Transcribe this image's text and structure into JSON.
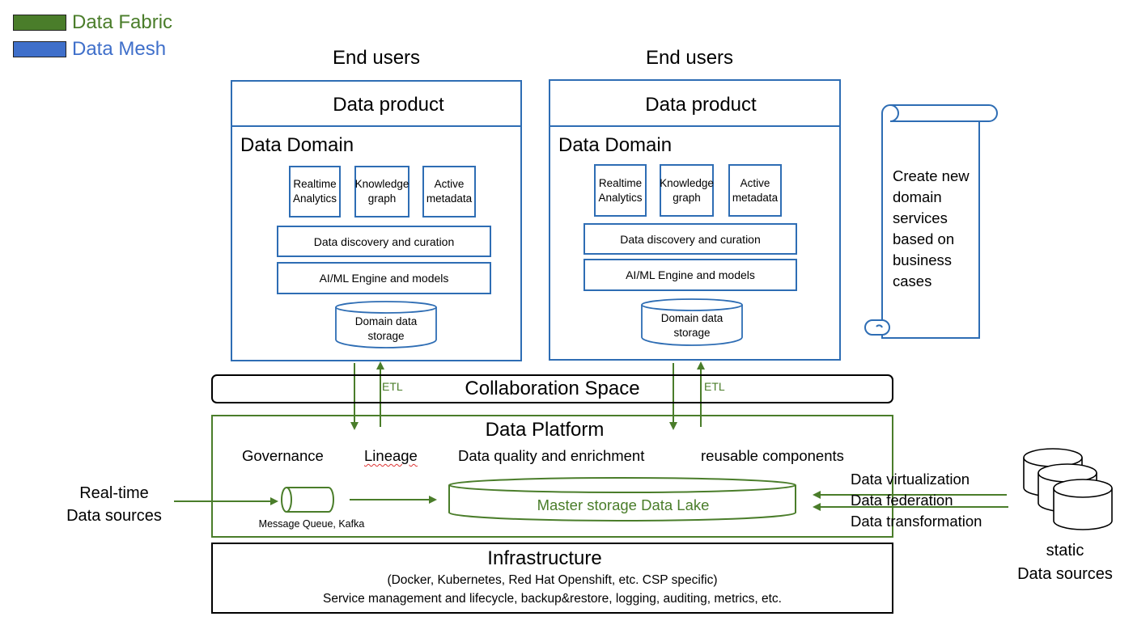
{
  "legend": [
    {
      "label": "Data Fabric",
      "color": "#4a7d2a"
    },
    {
      "label": "Data Mesh",
      "color": "#3f6fca"
    }
  ],
  "domains": [
    {
      "end_users": "End users",
      "product": "Data product",
      "domain_title": "Data Domain",
      "tools": [
        "Realtime Analytics",
        "Knowledge graph",
        "Active metadata"
      ],
      "discovery": "Data discovery and curation",
      "aiml": "AI/ML Engine and models",
      "storage": "Domain data storage"
    },
    {
      "end_users": "End users",
      "product": "Data product",
      "domain_title": "Data Domain",
      "tools": [
        "Realtime Analytics",
        "Knowledge graph",
        "Active metadata"
      ],
      "discovery": "Data discovery and curation",
      "aiml": "AI/ML Engine and models",
      "storage": "Domain data storage"
    }
  ],
  "scroll_note": "Create new domain services based on business cases",
  "etl": [
    "ETL",
    "ETL"
  ],
  "collaboration": "Collaboration Space",
  "platform": {
    "title": "Data Platform",
    "governance": "Governance",
    "lineage": "Lineage",
    "quality": "Data quality and enrichment",
    "reusable": "reusable components",
    "queue": "Message Queue, Kafka",
    "lake": "Master storage Data Lake"
  },
  "realtime_sources": [
    "Real-time",
    "Data sources"
  ],
  "integration": [
    "Data virtualization",
    "Data federation",
    "Data transformation"
  ],
  "static_sources": [
    "static",
    "Data sources"
  ],
  "infrastructure": {
    "title": "Infrastructure",
    "line1": "(Docker, Kubernetes, Red Hat Openshift, etc. CSP specific)",
    "line2": "Service management and lifecycle, backup&restore, logging, auditing, metrics, etc."
  },
  "colors": {
    "blue": "#2e6db4",
    "green": "#4a7d2a",
    "black": "#000000"
  }
}
